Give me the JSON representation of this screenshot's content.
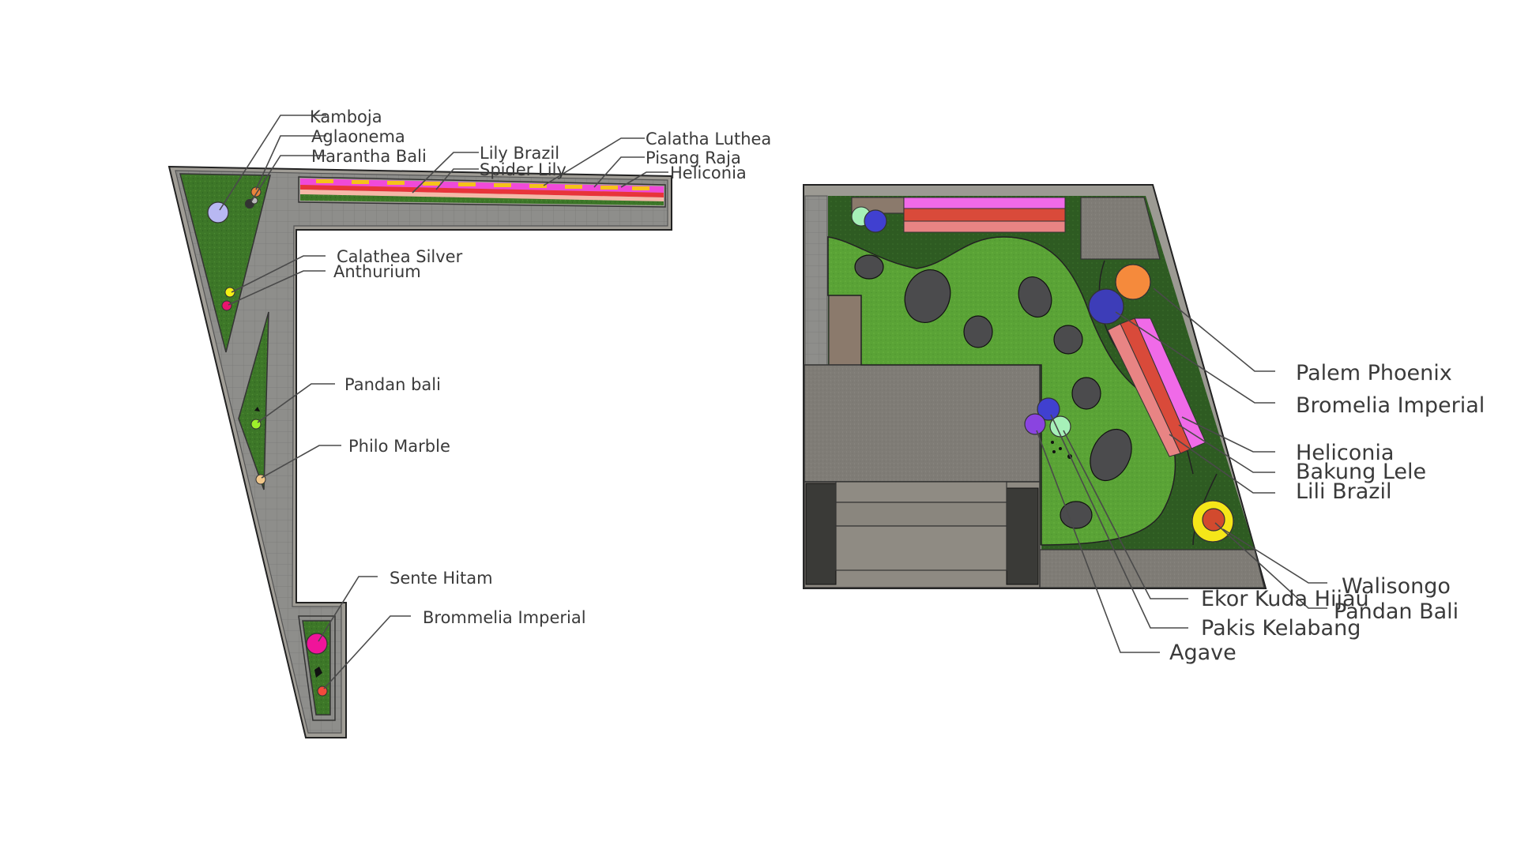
{
  "colors": {
    "grass": "#3f7a2a",
    "lawn": "#5aa336",
    "paving": "#8f8f8a",
    "pavingDark": "#6d6d6a",
    "border": "#9c9a93",
    "stone": "#4b4b4d",
    "wall": "#7d766c",
    "deck": "#8b7a6c",
    "dark": "#2a2a28"
  },
  "left_plan": {
    "labels": {
      "kamboja": "Kamboja",
      "aglaonema": "Aglaonema",
      "marantha_bali": "Marantha Bali",
      "lily_brazil": "Lily Brazil",
      "spider_lily": "Spider Lily",
      "calatha_luthea": "Calatha Luthea",
      "pisang_raja": "Pisang Raja",
      "heliconia": "Heliconia",
      "calathea_silver": "Calathea Silver",
      "anthurium": "Anthurium",
      "pandan_bali": "Pandan bali",
      "philo_marble": "Philo Marble",
      "sente_hitam": "Sente Hitam",
      "brommelia_imperial": "Brommelia Imperial"
    },
    "plant_colors": {
      "kamboja": "#b8b8f2",
      "anthurium": "#e8146e",
      "calathea_silver": "#f5f015",
      "pandan_bali": "#9ef02a",
      "philo_marble": "#f2c88a",
      "sente_hitam": "#f0149a",
      "brommelia": "#f24a3c",
      "aglaonema": "#e8843a"
    }
  },
  "right_plan": {
    "labels": {
      "palem_phoenix": "Palem Phoenix",
      "bromelia_imperial": "Bromelia Imperial",
      "heliconia": "Heliconia",
      "bakung_lele": "Bakung Lele",
      "lili_brazil": "Lili Brazil",
      "walisongo": "Walisongo",
      "pandan_bali": "Pandan Bali",
      "ekor_kuda_hijau": "Ekor Kuda Hijau",
      "pakis_kelabang": "Pakis Kelabang",
      "agave": "Agave"
    },
    "plant_colors": {
      "palem_phoenix": "#f58a3c",
      "bromelia_imperial": "#3d3db8",
      "heliconia_bed": "#f06ae8",
      "bakung_lele": "#d94a3a",
      "lili_brazil": "#e88484",
      "walisongo": "#f5e619",
      "pandan_bali": "#d24a2e",
      "ekor_kuda_hijau": "#a6f0b8",
      "pakis_kelabang": "#4040d0",
      "agave": "#8a44e0"
    }
  }
}
